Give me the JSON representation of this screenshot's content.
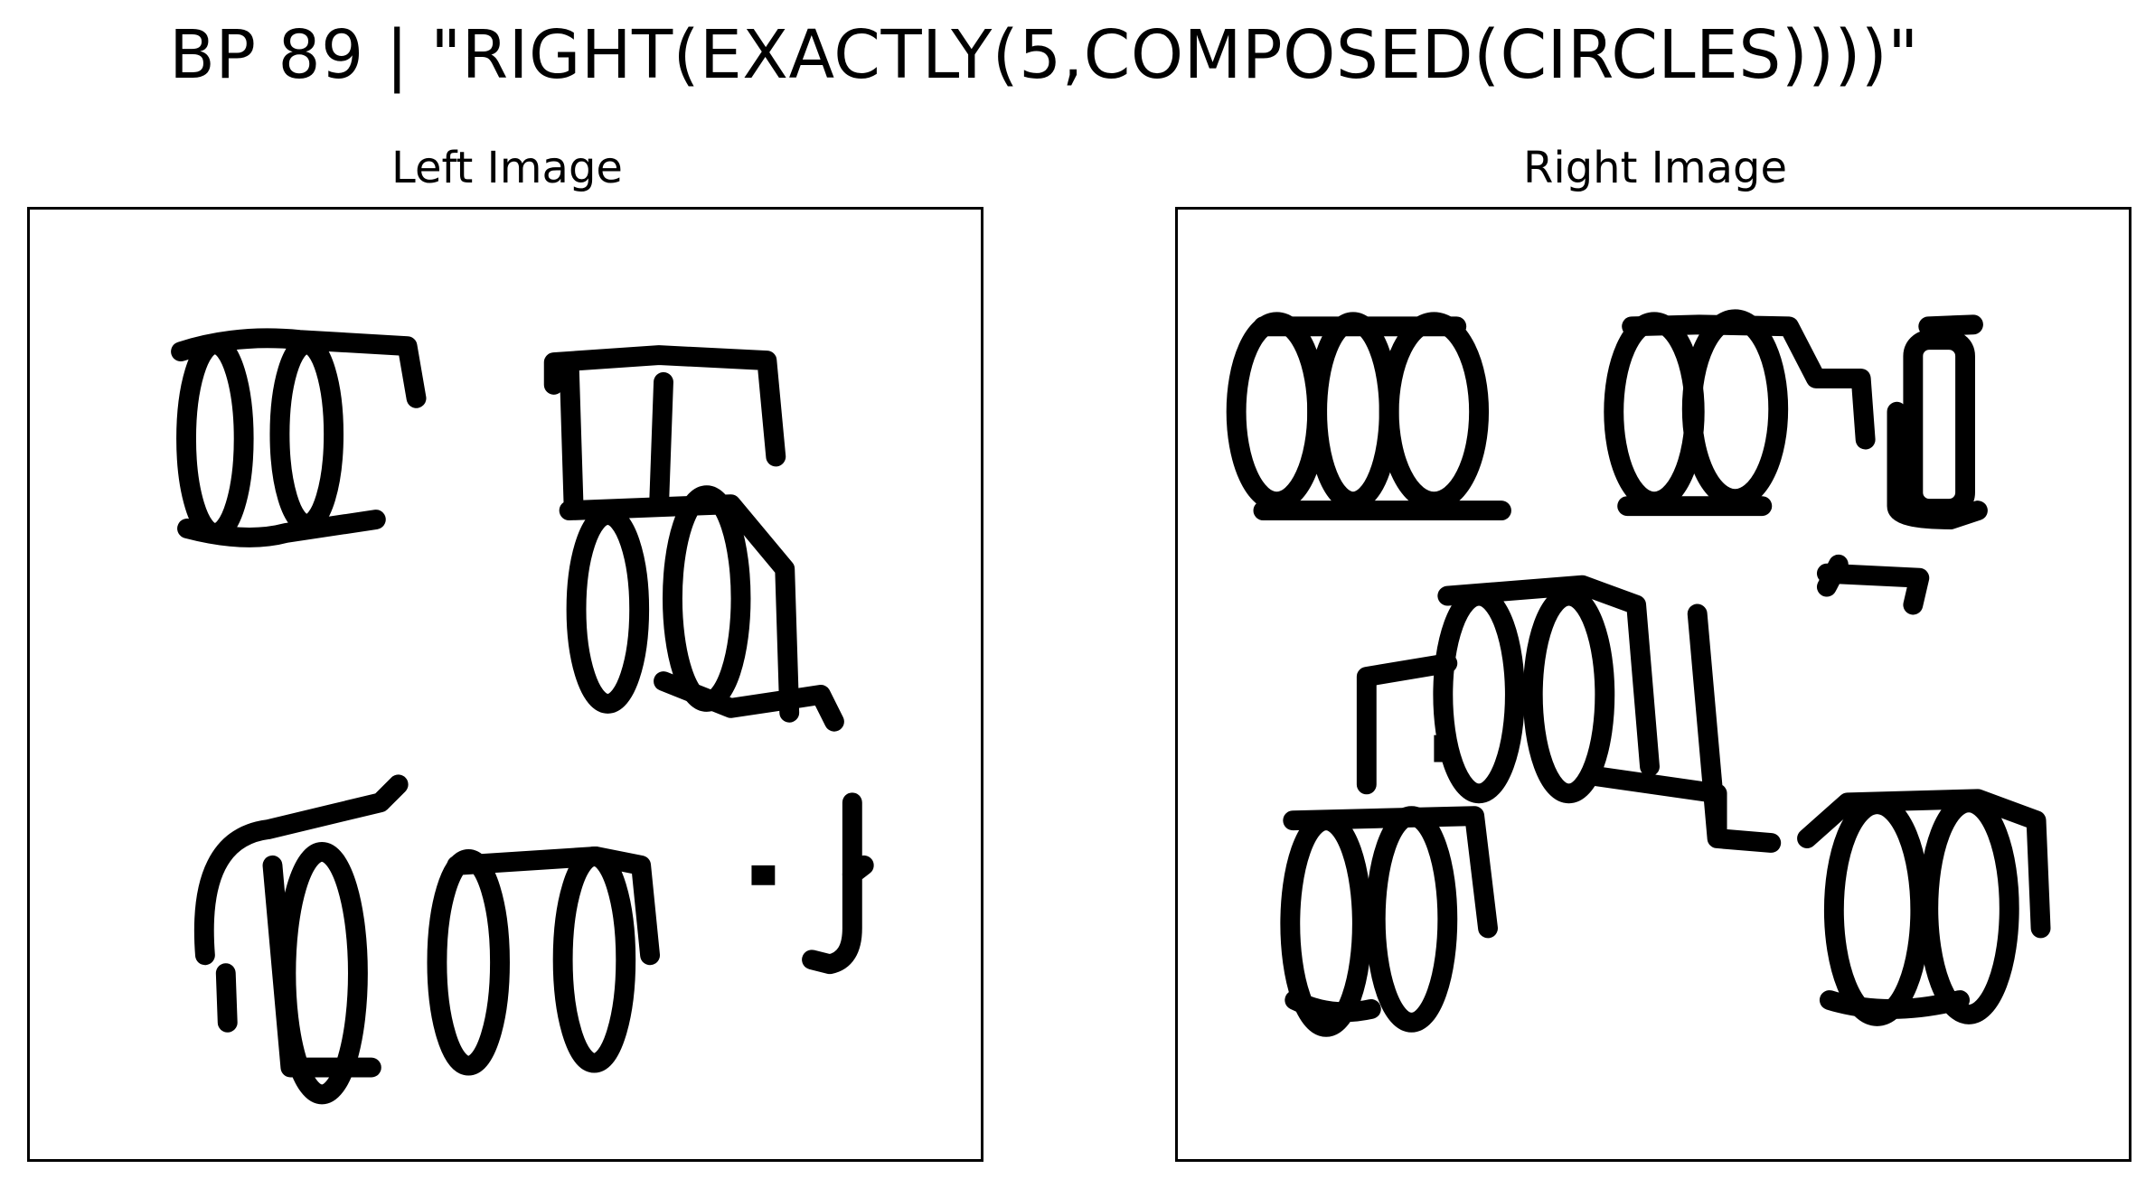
{
  "title": "BP 89 | \"RIGHT(EXACTLY(5,COMPOSED(CIRCLES))))\"",
  "left_panel": {
    "label": "Left Image"
  },
  "right_panel": {
    "label": "Right Image"
  },
  "colors": {
    "ink": "#000000",
    "background": "#ffffff"
  }
}
